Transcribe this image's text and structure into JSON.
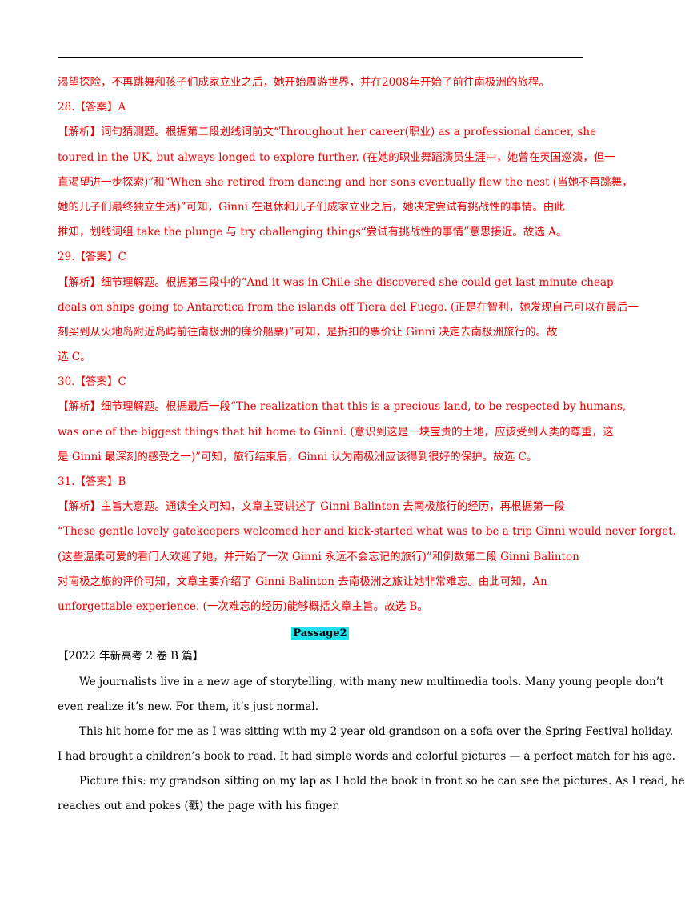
{
  "answers_block": {
    "lines": [
      "渴望探险，不再跳舞和孩子们成家立业之后，她开始周游世界，并在2008年开始了前往南极洲的旅程。",
      "28.【答案】A",
      "【解析】词句猜测题。根据第二段划线词前文“Throughout her career(职业) as a professional dancer, she",
      "toured in the UK, but always longed to explore further. (在她的职业舞蹈演员生涯中，她曾在英国巡演，但一",
      "直渴望进一步探索)”和“When she retired from dancing and her sons eventually flew the nest (当她不再跳舞，",
      "她的儿子们最终独立生活)”可知，Ginni 在退休和儿子们成家立业之后，她决定尝试有挑战性的事情。由此",
      "推知，划线词组 take the plunge 与 try challenging things“尝试有挑战性的事情”意思接近。故选 A。",
      "29.【答案】C",
      "【解析】细节理解题。根据第三段中的“And it was in Chile she discovered she could get last-minute cheap",
      "deals on ships going to Antarctica from the islands off Tiera del Fuego. (正是在智利，她发现自己可以在最后一",
      "刻买到从火地岛附近岛屿前往南极洲的廉价船票)”可知，是折扣的票价让 Ginni 决定去南极洲旅行的。故",
      "选 C。",
      "30.【答案】C",
      "【解析】细节理解题。根据最后一段“The realization that this is a precious land, to be respected by humans,",
      "was one of the biggest things that hit home to Ginni. (意识到这是一块宝贵的土地，应该受到人类的尊重，这",
      "是 Ginni 最深刻的感受之一)”可知，旅行结束后，Ginni 认为南极洲应该得到很好的保护。故选 C。",
      "31.【答案】B",
      "【解析】主旨大意题。通读全文可知，文章主要讲述了 Ginni Balinton 去南极旅行的经历，再根据第一段",
      "“These gentle lovely gatekeepers welcomed her and kick-started what was to be a trip Ginni would never forget.",
      "(这些温柔可爱的看门人欢迎了她，并开始了一次 Ginni 永远不会忘记的旅行)”和倒数第二段 Ginni Balinton",
      "对南极之旅的评价可知，文章主要介绍了 Ginni Balinton 去南极洲之旅让她非常难忘。由此可知，An",
      "unforgettable experience. (一次难忘的经历)能够概括文章主旨。故选 B。"
    ]
  },
  "passage": {
    "title": "Passage2",
    "source": "【2022 年新高考 2 卷 B 篇】",
    "p1_l1": "We journalists live in a new age of storytelling, with many new multimedia tools. Many young people don’t",
    "p1_l2": "even realize it’s new. For them, it’s just normal.",
    "p2_pre": "This ",
    "p2_underlined": "hit home for me",
    "p2_post": " as I was sitting with my 2-year-old grandson on a sofa over the Spring Festival holiday.",
    "p2_l2": "I had brought a children’s book to read. It had simple words and colorful pictures — a perfect match for his age.",
    "p3_l1": "Picture this: my grandson sitting on my lap as I hold the book in front so he can see the pictures. As I read, he",
    "p3_l2": "reaches out and pokes (戳) the page with his finger."
  },
  "colors": {
    "answer_text": "#ee0000",
    "passage_title_bg": "#22e0f0",
    "body_text": "#000000"
  }
}
